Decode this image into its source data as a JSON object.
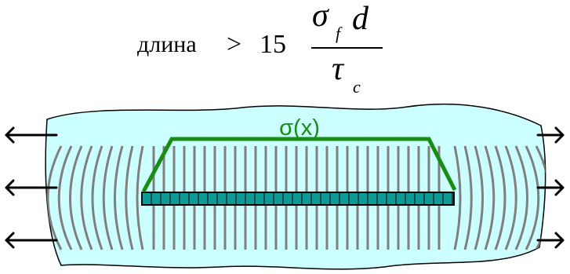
{
  "formula": {
    "lhs": "длина",
    "operator": ">",
    "coefficient": "15",
    "numerator_symbol": "σ",
    "numerator_subscript": "f",
    "numerator_factor": "d",
    "denominator_symbol": "τ",
    "denominator_subscript": "c"
  },
  "diagram": {
    "stress_label": "σ(x)",
    "colors": {
      "matrix_fill": "#ccffff",
      "fiber_fill": "#0e9b97",
      "stress_line": "#1a8c14",
      "field_lines": "#7f7f7f",
      "arrows": "#000000"
    }
  }
}
